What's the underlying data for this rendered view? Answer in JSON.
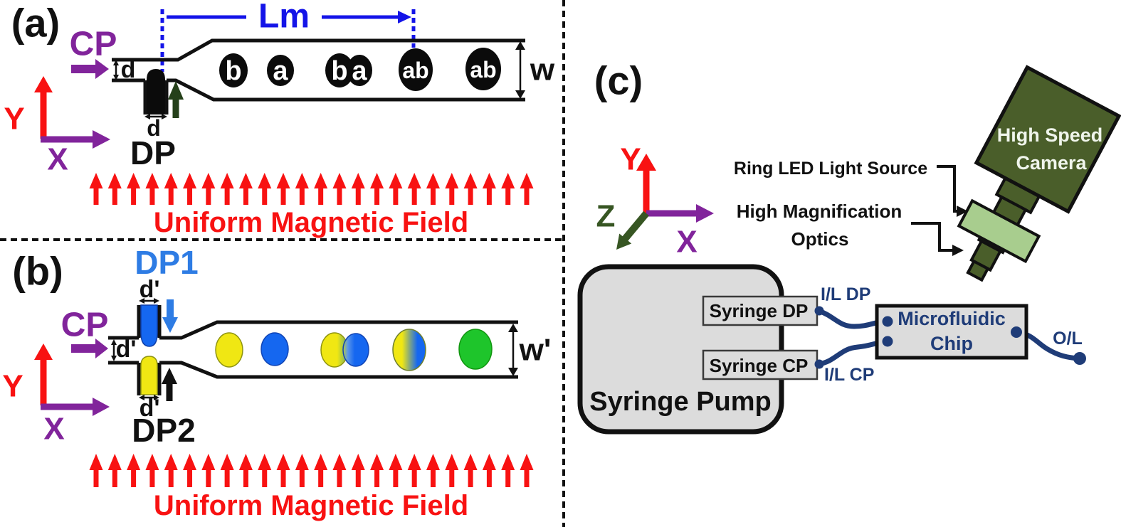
{
  "figure": {
    "colors": {
      "purple": "#81249B",
      "red": "#F81212",
      "lm_blue": "#1414E8",
      "dp1_blue": "#2E7CE4",
      "droplet_blue": "#1567F0",
      "droplet_yellow": "#F0E713",
      "droplet_green": "#1EC52B",
      "junction_arrow_green": "#25401A",
      "camera_green": "#4A5E2A",
      "ring_led_green": "#A8CD8E",
      "navy": "#1F3C78",
      "box_gray": "#DCDCDC",
      "droplet_black": "#0B0B0B"
    },
    "panel_a": {
      "label": "(a)",
      "continuous_phase_label": "CP",
      "merging_length_label": "Lm",
      "inlet_width_label": "d",
      "dp_width_label": "d",
      "dispersed_phase_label": "DP",
      "channel_width_label": "w",
      "axis_y_label": "Y",
      "axis_x_label": "X",
      "droplet_labels": [
        "b",
        "a",
        "b",
        "a",
        "ab",
        "ab"
      ],
      "field_label": "Uniform Magnetic Field",
      "field_arrow_count": 24
    },
    "panel_b": {
      "label": "(b)",
      "dp1_label": "DP1",
      "dp2_label": "DP2",
      "continuous_phase_label": "CP",
      "dp1_width_label": "d'",
      "inlet_width_label": "d'",
      "dp2_width_label": "d'",
      "channel_width_label": "w'",
      "axis_y_label": "Y",
      "axis_x_label": "X",
      "droplet_colors": [
        "yellow",
        "blue",
        "yellow",
        "blue",
        "yellow-blue-merged",
        "green"
      ],
      "field_label": "Uniform Magnetic Field",
      "field_arrow_count": 24
    },
    "panel_c": {
      "label": "(c)",
      "axis_y_label": "Y",
      "axis_z_label": "Z",
      "axis_x_label": "X",
      "ring_led_label": "Ring LED  Light Source",
      "optics_label_line1": "High Magnification",
      "optics_label_line2": "Optics",
      "camera_label_line1": "High Speed",
      "camera_label_line2": "Camera",
      "pump_label": "Syringe Pump",
      "syringe_dp_label": "Syringe DP",
      "syringe_cp_label": "Syringe CP",
      "inlet_dp_label": "I/L DP",
      "inlet_cp_label": "I/L CP",
      "outlet_label": "O/L",
      "chip_label_line1": "Microfluidic",
      "chip_label_line2": "Chip"
    }
  }
}
